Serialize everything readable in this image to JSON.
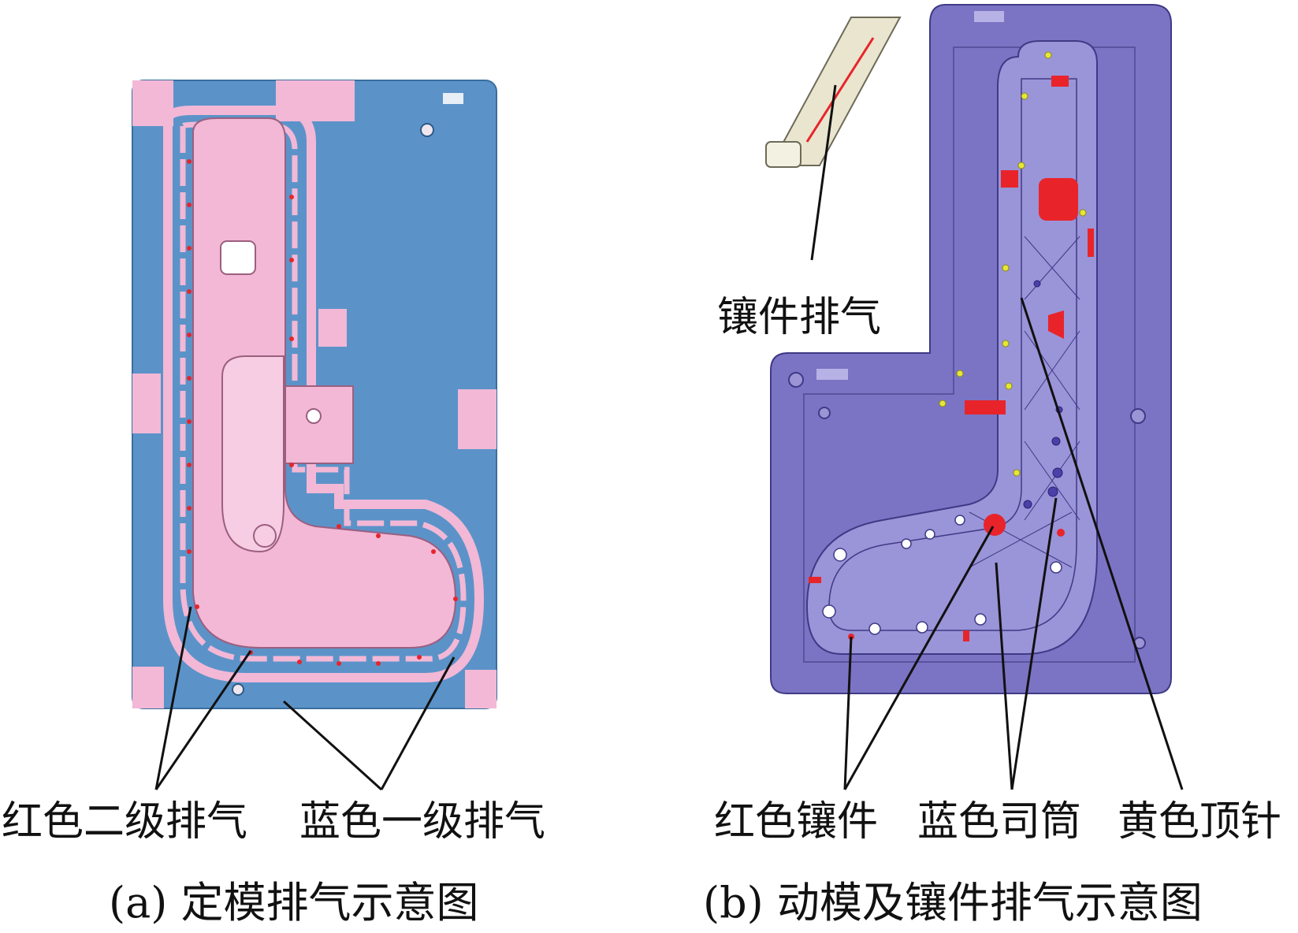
{
  "panel_a": {
    "caption": "(a) 定模排气示意图",
    "labels": {
      "red_secondary_vent": "红色二级排气",
      "blue_primary_vent": "蓝色一级排气"
    },
    "colors": {
      "plate": "#5b93c9",
      "pink": "#f2b8d6",
      "red_marker": "#e8242a"
    }
  },
  "panel_b": {
    "caption": "(b) 动模及镶件排气示意图",
    "labels": {
      "insert_vent": "镶件排气",
      "red_insert": "红色镶件",
      "blue_sleeve": "蓝色司筒",
      "yellow_pin": "黄色顶针"
    },
    "colors": {
      "plate": "#7b74c4",
      "red_insert": "#e8242a",
      "yellow_pin": "#e6e63a",
      "blue_sleeve": "#4b3fa8"
    }
  }
}
